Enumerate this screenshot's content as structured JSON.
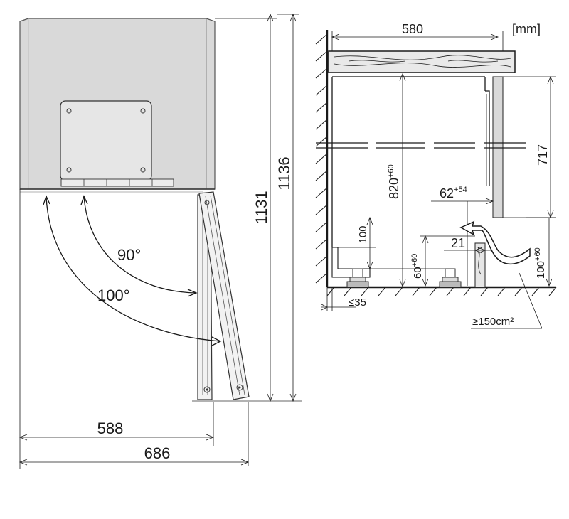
{
  "left_view": {
    "height_outer": "1136",
    "height_inner": "1131",
    "angle_90": "90°",
    "angle_100": "100°",
    "width_588": "588",
    "width_686": "686"
  },
  "right_view": {
    "unit": "[mm]",
    "depth": "580",
    "height_820_base": "820",
    "height_820_sup": "+60",
    "height_717": "717",
    "gap_62_base": "62",
    "gap_62_sup": "+54",
    "plinth_100": "100",
    "plinth_depth_21": "21",
    "plinth_60_base": "60",
    "plinth_60_sup": "+60",
    "plinth_right_base": "100",
    "plinth_right_sup": "+60",
    "toe_35": "≤35",
    "vent_area": "≥150cm²"
  },
  "colors": {
    "appliance_fill": "#d9d9d9",
    "panel_fill": "#e6e6e6",
    "wood_fill": "#e9e9e9",
    "line": "#1a1a1a"
  }
}
